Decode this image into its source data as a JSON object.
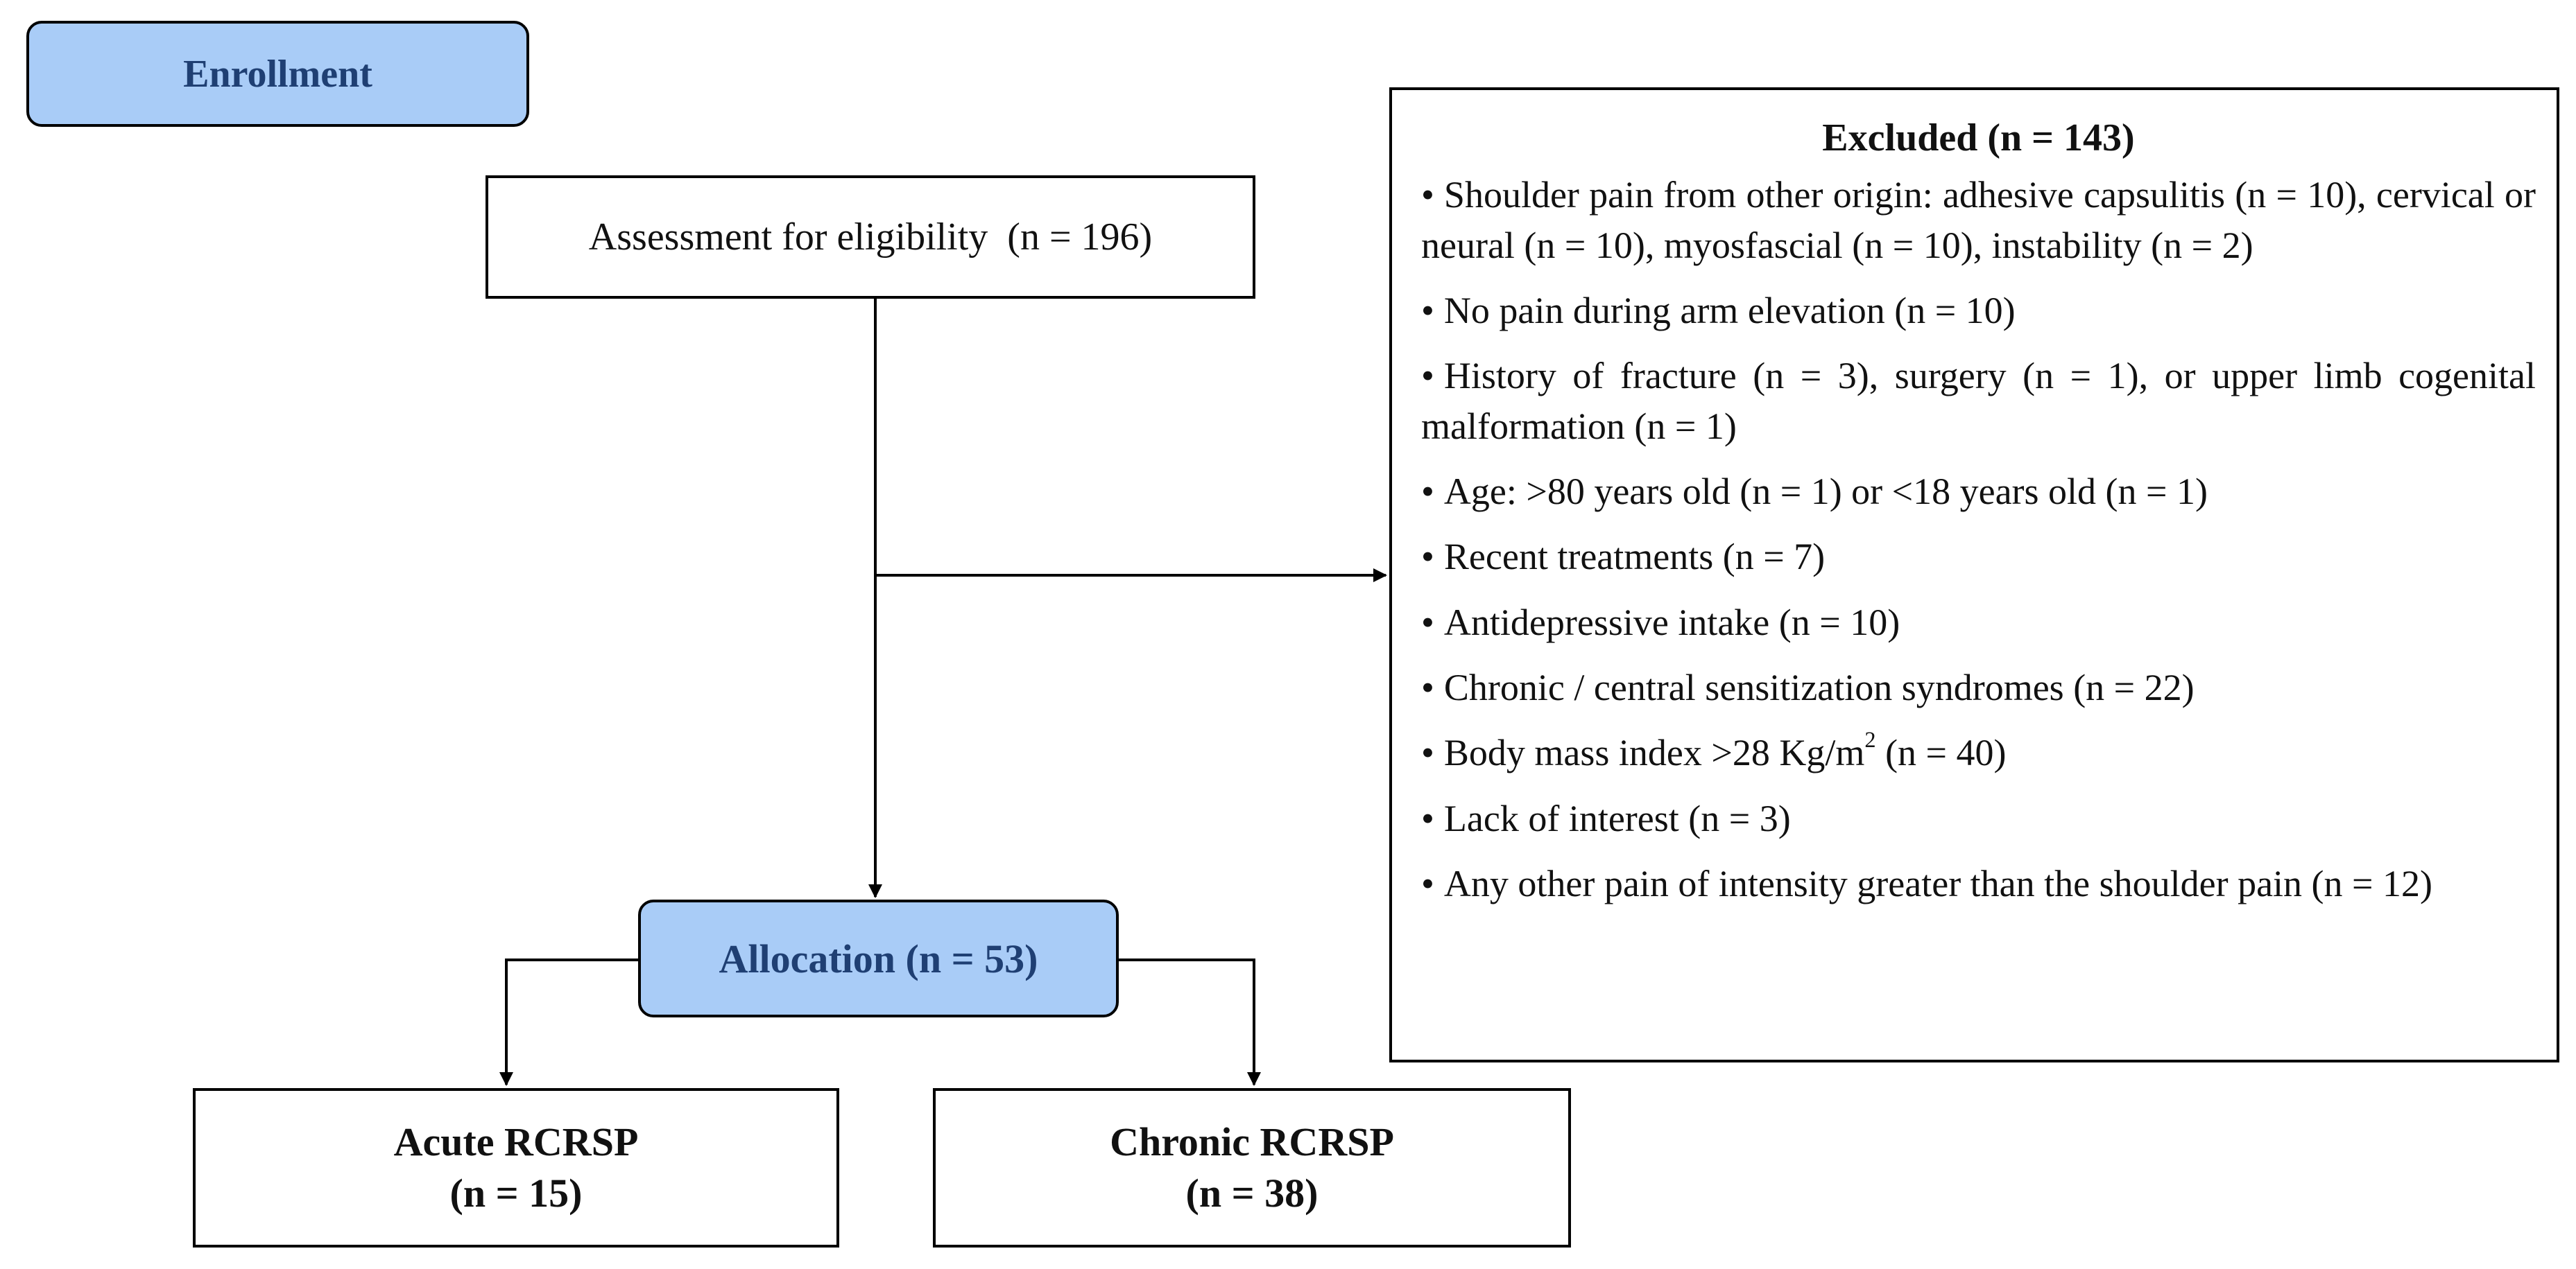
{
  "stages": {
    "enrollment": "Enrollment"
  },
  "assessment": {
    "label": "Assessment for eligibility  (n = 196)"
  },
  "excluded": {
    "title": "Excluded (n = 143)",
    "reasons": [
      "Shoulder pain from other origin: adhesive capsulitis (n = 10), cervical or neural (n = 10), myosfascial (n = 10), instability (n = 2)",
      "No pain during arm elevation (n = 10)",
      "History of fracture (n = 3), surgery (n = 1), or upper limb cogenital malformation (n = 1)",
      "Age: >80 years old (n = 1) or <18 years old (n = 1)",
      "Recent treatments (n = 7)",
      "Antidepressive intake (n = 10)",
      "Chronic / central sensitization syndromes (n = 22)"
    ],
    "bmi": {
      "prefix": "Body mass index >28 Kg/m",
      "sup": "2",
      "suffix": " (n = 40)"
    },
    "reasons_after": [
      "Lack of interest (n = 3)",
      "Any other pain of intensity greater than the shoulder pain (n = 12)"
    ]
  },
  "allocation": {
    "label": "Allocation (n = 53)"
  },
  "groups": [
    {
      "name": "Acute RCRSP",
      "count": "(n = 15)"
    },
    {
      "name": "Chronic RCRSP",
      "count": "(n = 38)"
    }
  ],
  "colors": {
    "stage_fill": "#a9ccf7",
    "stage_text": "#1f3f73",
    "line": "#000000"
  }
}
